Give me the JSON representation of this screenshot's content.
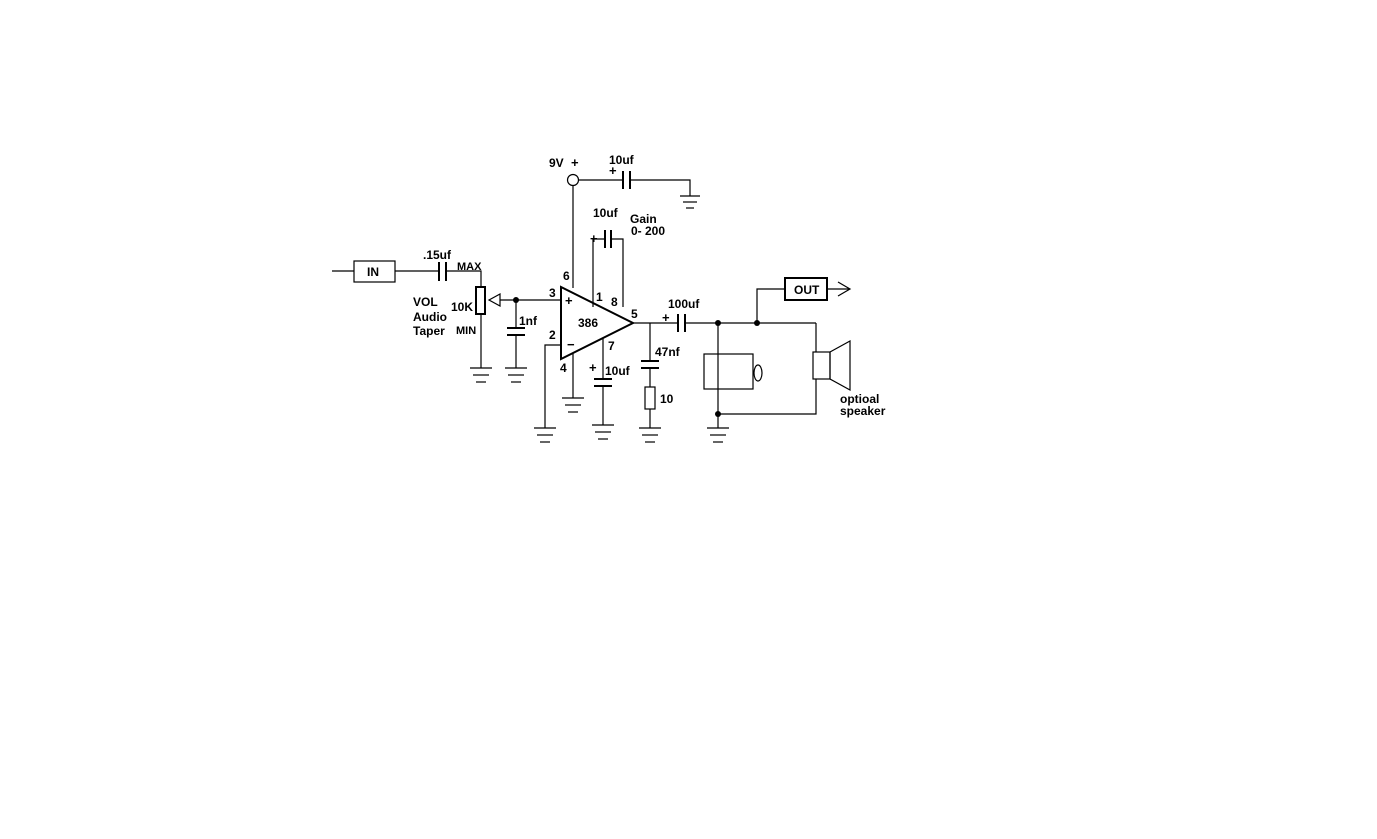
{
  "supply": {
    "voltage_label": "9V",
    "plus_sign": "+"
  },
  "capacitors": {
    "supply_decoupling": "10uf",
    "gain_cap": "10uf",
    "input_cap": ".15uf",
    "input_filter": "1nf",
    "bypass_cap": "10uf",
    "output_cap": "100uf",
    "zobel_cap": "47nf"
  },
  "gain": {
    "line1": "Gain",
    "line2": "0- 200"
  },
  "input": {
    "label": "IN"
  },
  "output": {
    "label": "OUT"
  },
  "pot": {
    "value": "10K",
    "max_label": "MAX",
    "min_label": "MIN",
    "desc_line1": "VOL",
    "desc_line2": "Audio",
    "desc_line3": "Taper"
  },
  "opamp": {
    "name": "386",
    "pins": {
      "p1": "1",
      "p2": "2",
      "p3": "3",
      "p4": "4",
      "p5": "5",
      "p6": "6",
      "p7": "7",
      "p8": "8"
    },
    "plus": "+",
    "minus": "−"
  },
  "zobel_resistor": "10",
  "speaker": {
    "line1": "optioal",
    "line2": "speaker"
  },
  "polarity": "+"
}
